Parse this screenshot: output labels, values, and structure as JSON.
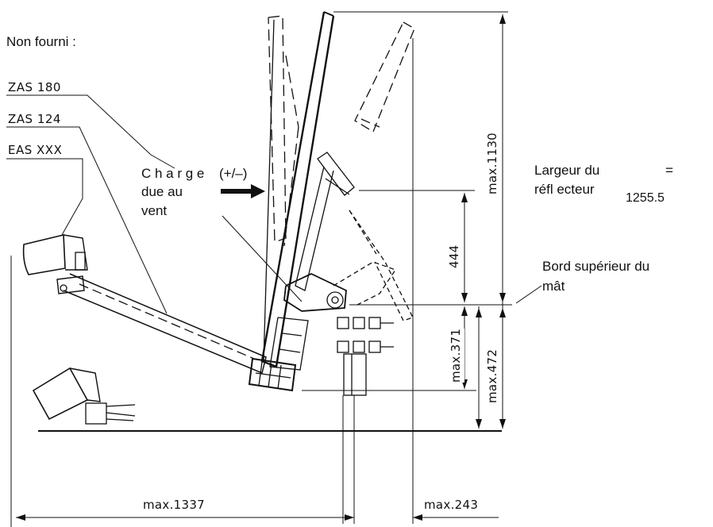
{
  "labels": {
    "not_supplied": "Non fourni :",
    "zas180": "ZAS 180",
    "zas124": "ZAS 124",
    "easxxx": "EAS XXX",
    "wind_load_line1": "C h a r g e",
    "wind_load_sign": "(+/–)",
    "wind_load_line2": "due au",
    "wind_load_line3": "vent",
    "reflector_width_line1": "Largeur du",
    "reflector_width_eq": "=",
    "reflector_width_line2": "réfl ecteur",
    "reflector_width_value": "1255.5",
    "mast_top_line1": "Bord supérieur du",
    "mast_top_line2": "mât"
  },
  "dimensions": {
    "max1130": "max.1130",
    "d444": "444",
    "max371": "max.371",
    "max472": "max.472",
    "max1337": "max.1337",
    "max243": "max.243"
  },
  "colors": {
    "ink": "#111111",
    "paper": "#ffffff"
  }
}
